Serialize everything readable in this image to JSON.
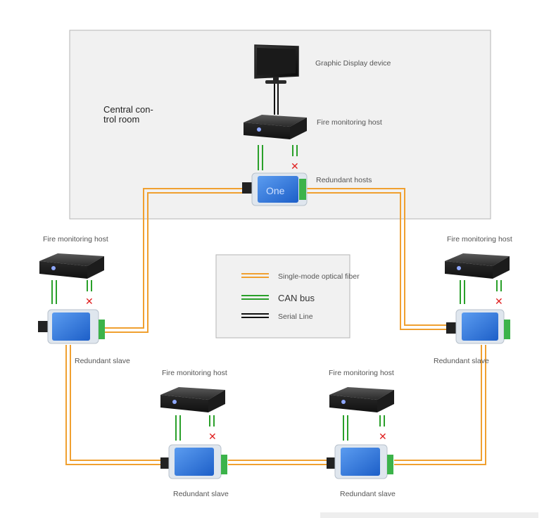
{
  "room": {
    "label_line1": "Central con-",
    "label_line2": "trol room"
  },
  "central": {
    "display_label": "Graphic Display device",
    "host_label": "Fire monitoring host",
    "redundant_label": "Redundant hosts",
    "device_text": "One"
  },
  "left_node": {
    "host_label": "Fire monitoring host",
    "slave_label": "Redundant slave"
  },
  "right_node": {
    "host_label": "Fire monitoring host",
    "slave_label": "Redundant slave"
  },
  "bottom_left_node": {
    "host_label": "Fire monitoring host",
    "slave_label": "Redundant slave"
  },
  "bottom_right_node": {
    "host_label": "Fire monitoring host",
    "slave_label": "Redundant slave"
  },
  "legend": {
    "fiber_label": "Single-mode optical fiber",
    "can_label": "CAN bus",
    "serial_label": "Serial Line"
  },
  "colors": {
    "fiber": "#f0a030",
    "can": "#2aa02a",
    "serial": "#111111",
    "fault": "#e02020",
    "device_blue": "#2b6fd6"
  }
}
